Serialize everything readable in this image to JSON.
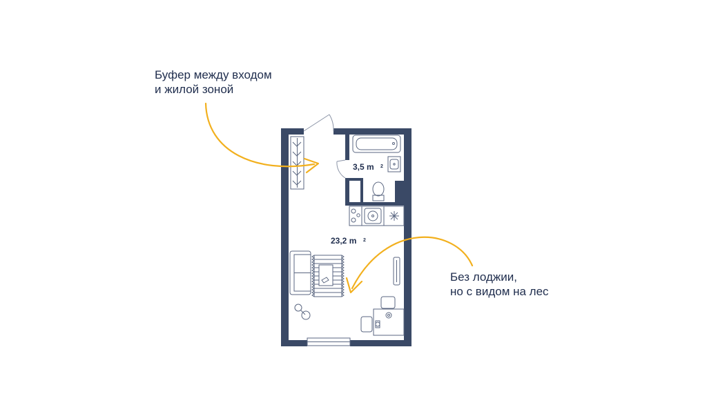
{
  "callouts": {
    "top": {
      "line1": "Буфер между входом",
      "line2": "и жилой зоной"
    },
    "bottom": {
      "line1": "Без лоджии,",
      "line2": "но с видом на лес"
    }
  },
  "plan": {
    "bathroom_area": "3,5 m",
    "bathroom_area_sup": "2",
    "room_area": "23,2 m",
    "room_area_sup": "2"
  },
  "colors": {
    "wall": "#3a4966",
    "accent": "#f2b01e",
    "text": "#1f2d4d",
    "line": "#8a93a6"
  },
  "icons": [
    "curved-arrow-icon",
    "door-icon",
    "bathtub-icon",
    "sink-icon",
    "toilet-icon",
    "stove-icon",
    "wardrobe-icon",
    "sofa-icon",
    "rug-icon",
    "table-icon",
    "chair-icon",
    "lamp-icon",
    "window-icon"
  ]
}
